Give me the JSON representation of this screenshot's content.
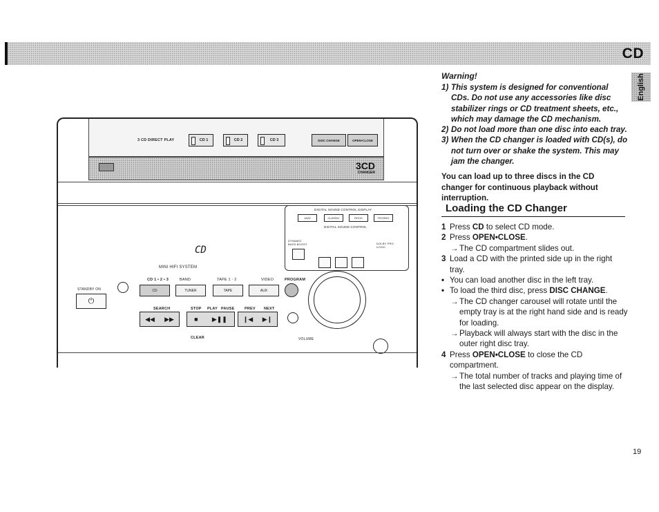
{
  "header": {
    "title": "CD"
  },
  "language_tab": "English",
  "device": {
    "direct_play_label": "3 CD DIRECT PLAY",
    "disc_buttons": [
      "CD 1",
      "CD 2",
      "CD 3"
    ],
    "disc_change": "DISC CHANGE",
    "open_close": "OPEN•CLOSE",
    "brand": "3CD",
    "brand_sub": "CHANGER",
    "system_label": "MINI HIFI SYSTEM",
    "dsc_display_label": "DIGITAL SOUND CONTROL DISPLAY",
    "dsc_keys": [
      "JAZZ",
      "CLASSIC",
      "ROCK",
      "TECHNO"
    ],
    "dsc_sub_label": "DIGITAL SOUND CONTROL",
    "dbb_label": "DYNAMIC BASS BOOST",
    "dolby_label": "DOLBY PRO LOGIC",
    "standby_label": "STANDBY ON",
    "source_buttons": [
      "CD",
      "TUNER",
      "TAPE",
      "AUX"
    ],
    "source_header": "CD 1 • 2 • 3",
    "band_label": "BAND",
    "tape_label": "TAPE 1 · 2",
    "video_label": "VIDEO",
    "program_label": "PROGRAM",
    "transport_labels": [
      "SEARCH",
      "STOP",
      "PLAY",
      "PAUSE",
      "PREV",
      "NEXT"
    ],
    "clear_label": "CLEAR",
    "volume_label": "VOLUME",
    "display_text": "CD"
  },
  "warning": {
    "heading": "Warning!",
    "items": [
      {
        "num": "1)",
        "text": "This system is designed for conventional CDs. Do not use any accessories like disc stabilizer rings or CD treatment sheets, etc., which may damage the CD mechanism."
      },
      {
        "num": "2)",
        "text": "Do not load more than one disc into each tray."
      },
      {
        "num": "3)",
        "text": "When the CD changer is loaded with CD(s), do not turn over or shake the system.  This may jam the changer."
      }
    ]
  },
  "intro": "You can load up to three discs in the CD changer for continuous playback without interruption.",
  "section_title": "Loading the CD Changer",
  "steps": {
    "s1": {
      "mk": "1",
      "a": "Press ",
      "b": "CD",
      "c": " to select CD mode."
    },
    "s2": {
      "mk": "2",
      "a": "Press ",
      "b": "OPEN•CLOSE",
      "c": "."
    },
    "s2a": {
      "mk": "→",
      "text": "The CD compartment slides out."
    },
    "s3": {
      "mk": "3",
      "text": "Load a CD with the printed side up in the right tray."
    },
    "b1": {
      "mk": "•",
      "text": "You can load another disc in the left tray."
    },
    "b2": {
      "mk": "•",
      "a": "To load the third disc, press ",
      "b": "DISC CHANGE",
      "c": "."
    },
    "b2a": {
      "mk": "→",
      "text": "The CD changer carousel will rotate until the empty tray is at the right hand side and is ready for loading."
    },
    "b2b": {
      "mk": "→",
      "text": "Playback will always start with the disc in the outer right disc tray."
    },
    "s4": {
      "mk": "4",
      "a": "Press ",
      "b": "OPEN•CLOSE",
      "c": " to close the CD compartment."
    },
    "s4a": {
      "mk": "→",
      "text": "The total number of tracks and playing time of the last selected disc appear on the display."
    }
  },
  "page_number": "19"
}
